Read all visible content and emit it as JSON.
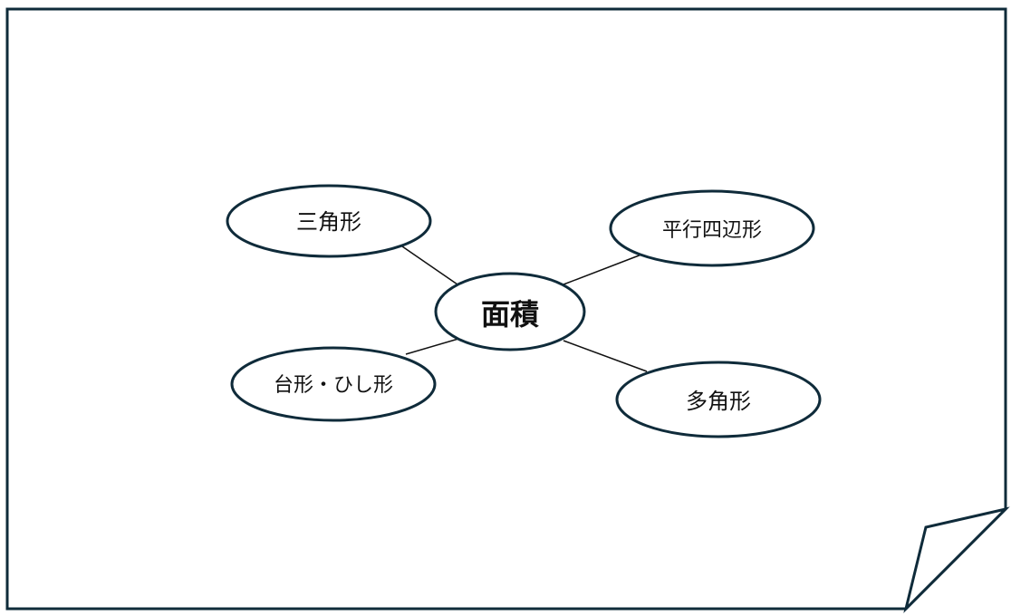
{
  "diagram": {
    "center": {
      "label": "面積"
    },
    "nodes": [
      {
        "id": "triangle",
        "label": "三角形"
      },
      {
        "id": "parallelogram",
        "label": "平行四辺形"
      },
      {
        "id": "trapezoid-rhombus",
        "label": "台形・ひし形"
      },
      {
        "id": "polygon",
        "label": "多角形"
      }
    ]
  },
  "colors": {
    "outline": "#0f2b3a",
    "line": "#111111",
    "background": "#ffffff"
  }
}
